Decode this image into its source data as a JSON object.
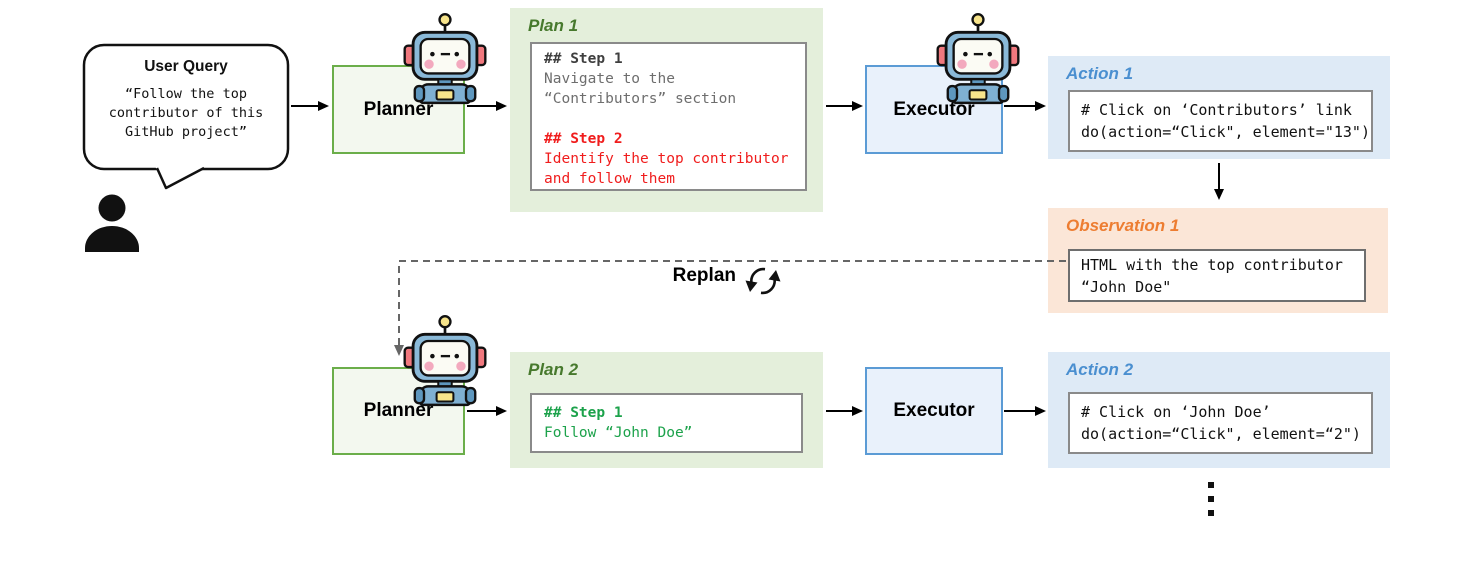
{
  "figure": "planner-executor-replan-flow",
  "colors": {
    "plan_panel_bg": "#E4EFDB",
    "plan_title_green": "#47792D",
    "action_panel_bg": "#DEEAF6",
    "action_title_blue": "#4A8FD0",
    "observation_panel_bg": "#FBE6D7",
    "observation_title_orange": "#ED7D31",
    "planner_border_green": "#6BAE4A",
    "executor_border_blue": "#5B9BD5",
    "step_red": "#F01D1D",
    "step_green": "#1CA24B",
    "step_gray": "#6E6E6E"
  },
  "user_query": {
    "title": "User Query",
    "lines": [
      "“Follow the top",
      "contributor of this",
      "GitHub project”"
    ]
  },
  "nodes": {
    "planner1": {
      "label": "Planner"
    },
    "executor1": {
      "label": "Executor"
    },
    "planner2": {
      "label": "Planner"
    },
    "executor2": {
      "label": "Executor"
    }
  },
  "panels": {
    "plan1": {
      "title": "Plan 1",
      "lines": [
        "## Step 1",
        "Navigate to the",
        "“Contributors” section",
        "",
        "## Step 2",
        "Identify the top contributor",
        "and follow them"
      ]
    },
    "action1": {
      "title": "Action 1",
      "lines": [
        "# Click on ‘Contributors’ link",
        "do(action=“Click\", element=\"13\")"
      ]
    },
    "observation1": {
      "title": "Observation 1",
      "lines": [
        "HTML with the top contributor",
        "“John Doe\""
      ]
    },
    "plan2": {
      "title": "Plan 2",
      "lines": [
        "## Step 1",
        "Follow “John Doe”"
      ]
    },
    "action2": {
      "title": "Action 2",
      "lines": [
        "# Click on ‘John Doe’",
        "do(action=“Click\", element=“2\")"
      ]
    }
  },
  "replan": {
    "label": "Replan"
  },
  "icons": {
    "user": "person-silhouette-icon",
    "robot": "robot-assistant-icon",
    "replan": "cycle-arrows-icon",
    "ellipsis": "vertical-ellipsis-dots"
  }
}
